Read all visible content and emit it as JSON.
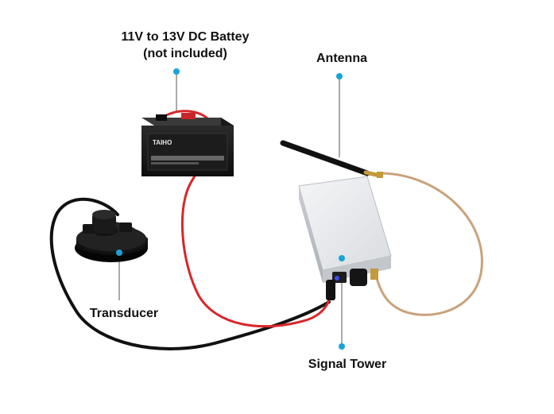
{
  "labels": {
    "battery_line1": "11V to 13V DC Battey",
    "battery_line2": "(not included)",
    "antenna": "Antenna",
    "transducer": "Transducer",
    "signal_tower": "Signal Tower"
  },
  "battery_brand": "TAIHO",
  "colors": {
    "callout_dot": "#1aa3d6",
    "red_wire": "#d8262a",
    "black_wire": "#111111",
    "coax_cable": "#c9a27c",
    "enclosure": "#e3e5e8",
    "led": "#3b4cf0"
  }
}
